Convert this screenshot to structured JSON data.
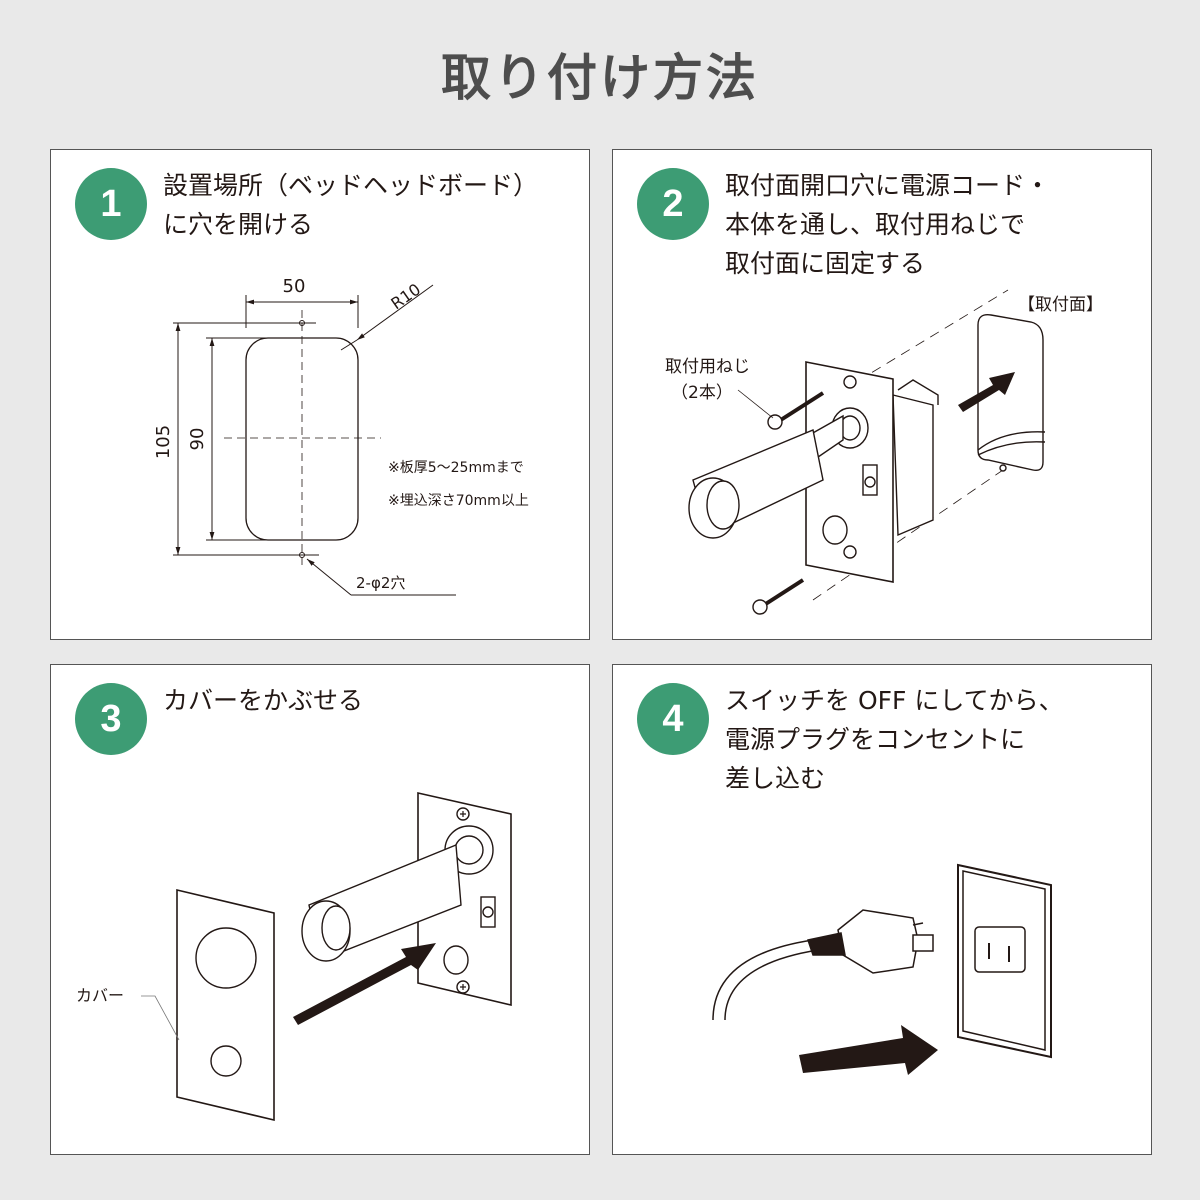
{
  "page": {
    "title": "取り付け方法"
  },
  "colors": {
    "background": "#e9e9e9",
    "panel": "#ffffff",
    "accent_green": "#3d9c74",
    "title_gray": "#4d4d4d",
    "ink": "#231815"
  },
  "steps": [
    {
      "number": "1",
      "lines": [
        "設置場所（ベッドヘッドボード）",
        "に穴を開ける"
      ],
      "diagram": {
        "width_label": "50",
        "radius_label": "R10",
        "outer_height_label": "105",
        "inner_height_label": "90",
        "hole_label": "2-φ2穴",
        "notes": [
          "※板厚5～25mmまで",
          "※埋込深さ70mm以上"
        ]
      }
    },
    {
      "number": "2",
      "lines": [
        "取付面開口穴に電源コード・",
        "本体を通し、取付用ねじで",
        "取付面に固定する"
      ],
      "diagram": {
        "screw_label_line1": "取付用ねじ",
        "screw_label_line2": "（2本）",
        "surface_label": "【取付面】"
      }
    },
    {
      "number": "3",
      "lines": [
        "カバーをかぶせる"
      ],
      "diagram": {
        "cover_label": "カバー"
      }
    },
    {
      "number": "4",
      "lines": [
        "スイッチを OFF にしてから、",
        "電源プラグをコンセントに",
        "差し込む"
      ]
    }
  ]
}
